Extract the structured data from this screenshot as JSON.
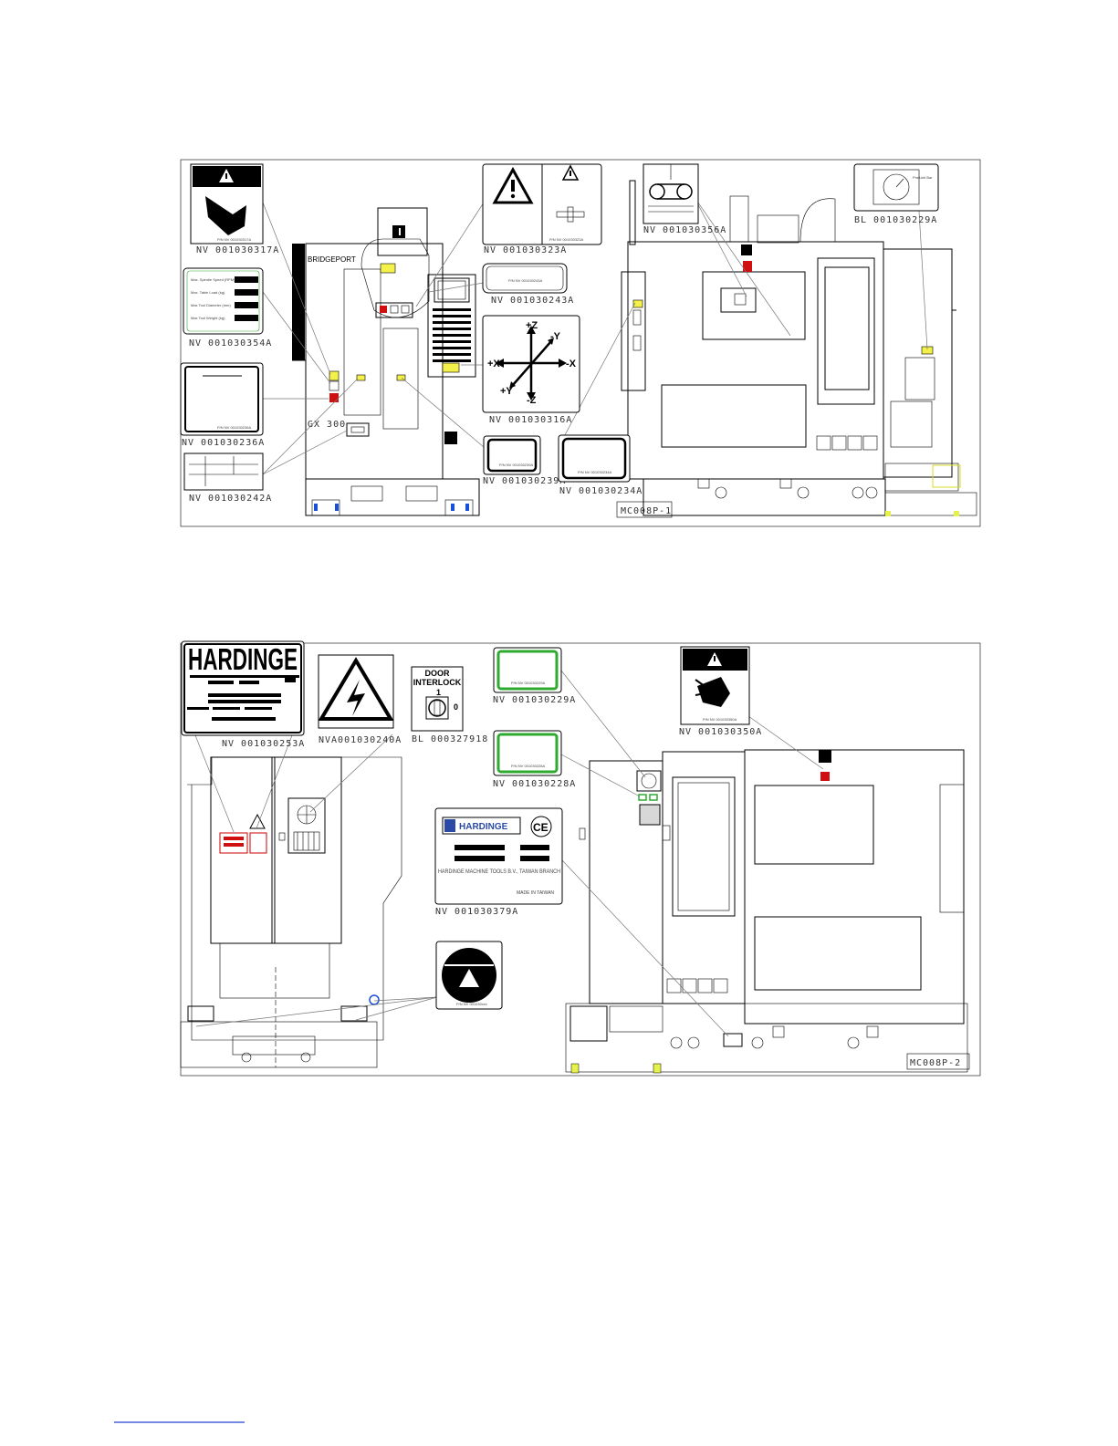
{
  "diagram1": {
    "labels": {
      "l1": "NV 001030317A",
      "l2": "NV 001030354A",
      "l3": "NV 001030236A",
      "l4": "NV 001030242A",
      "l5": "NV 001030323A",
      "l6": "NV 001030243A",
      "l7": "NV 001030316A",
      "l8": "NV 001030239A",
      "l9": "NV 001030234A",
      "l10": "NV 001030356A",
      "l11": "BL 001030229A"
    },
    "brand": "BRIDGEPORT",
    "model": "GX 300",
    "drawing_id": "MC008P-1",
    "axes": {
      "pz": "+Z",
      "mz": "-Z",
      "px": "+X",
      "mx": "-X",
      "py": "+Y",
      "my": "-Y"
    }
  },
  "diagram2": {
    "labels": {
      "l1": "NV 001030253A",
      "l2": "NVA001030240A",
      "l3": "BL 000327918",
      "l4": "NV 001030229A",
      "l5": "NV 001030228A",
      "l6": "NV 001030379A",
      "l7": "NV 001030350A"
    },
    "hardinge_plate": "HARDINGE",
    "door_interlock": {
      "line1": "DOOR",
      "line2": "INTERLOCK",
      "pos1": "1",
      "pos0": "0"
    },
    "ce_plate": {
      "brand": "HARDINGE",
      "ce": "CE",
      "company": "HARDINGE MACHINE TOOLS B.V., TAIWAN BRANCH",
      "origin": "MADE IN TAIWAN"
    },
    "drawing_id": "MC008P-2"
  }
}
